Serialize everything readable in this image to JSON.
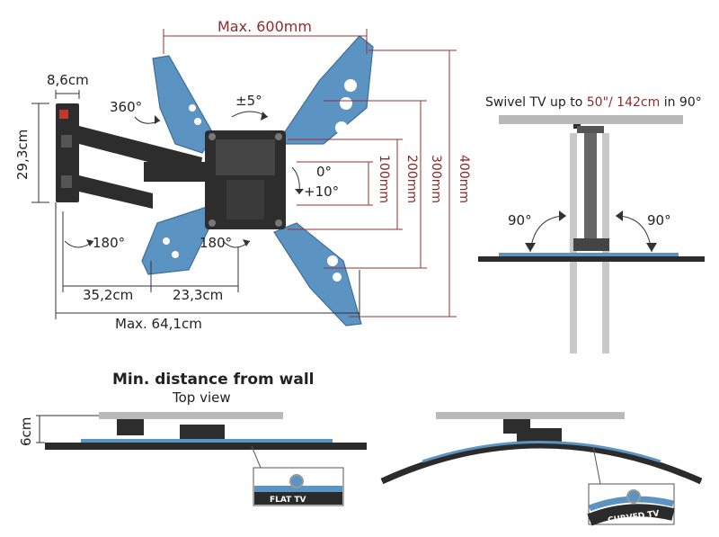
{
  "dimensions": {
    "max_width_top": "Max. 600mm",
    "depth_top": "8,6cm",
    "height_left": "29,3cm",
    "rot_360": "360°",
    "tilt_pm5": "±5°",
    "tilt_0": "0°",
    "tilt_plus10": "+10°",
    "v100": "100mm",
    "v200": "200mm",
    "v300": "300mm",
    "v400": "400mm",
    "swivel_left": "180°",
    "swivel_right": "180°",
    "arm1": "35,2cm",
    "arm2": "23,3cm",
    "max_extension": "Max. 64,1cm"
  },
  "swivel": {
    "prefix": "Swivel TV up to ",
    "highlight": "50\"/ 142cm",
    "suffix": " in 90°",
    "left_angle": "90°",
    "right_angle": "90°"
  },
  "wall_distance": {
    "title": "Min. distance from wall",
    "subtitle": "Top view",
    "distance": "6cm",
    "flat_label": "FLAT TV",
    "curved_label": "CURVED TV"
  },
  "colors": {
    "plate_blue": "#5b93c3",
    "dimension_red": "#8c2b2b",
    "metal": "#2d2d2d",
    "wall_grey": "#b9b9b9"
  }
}
